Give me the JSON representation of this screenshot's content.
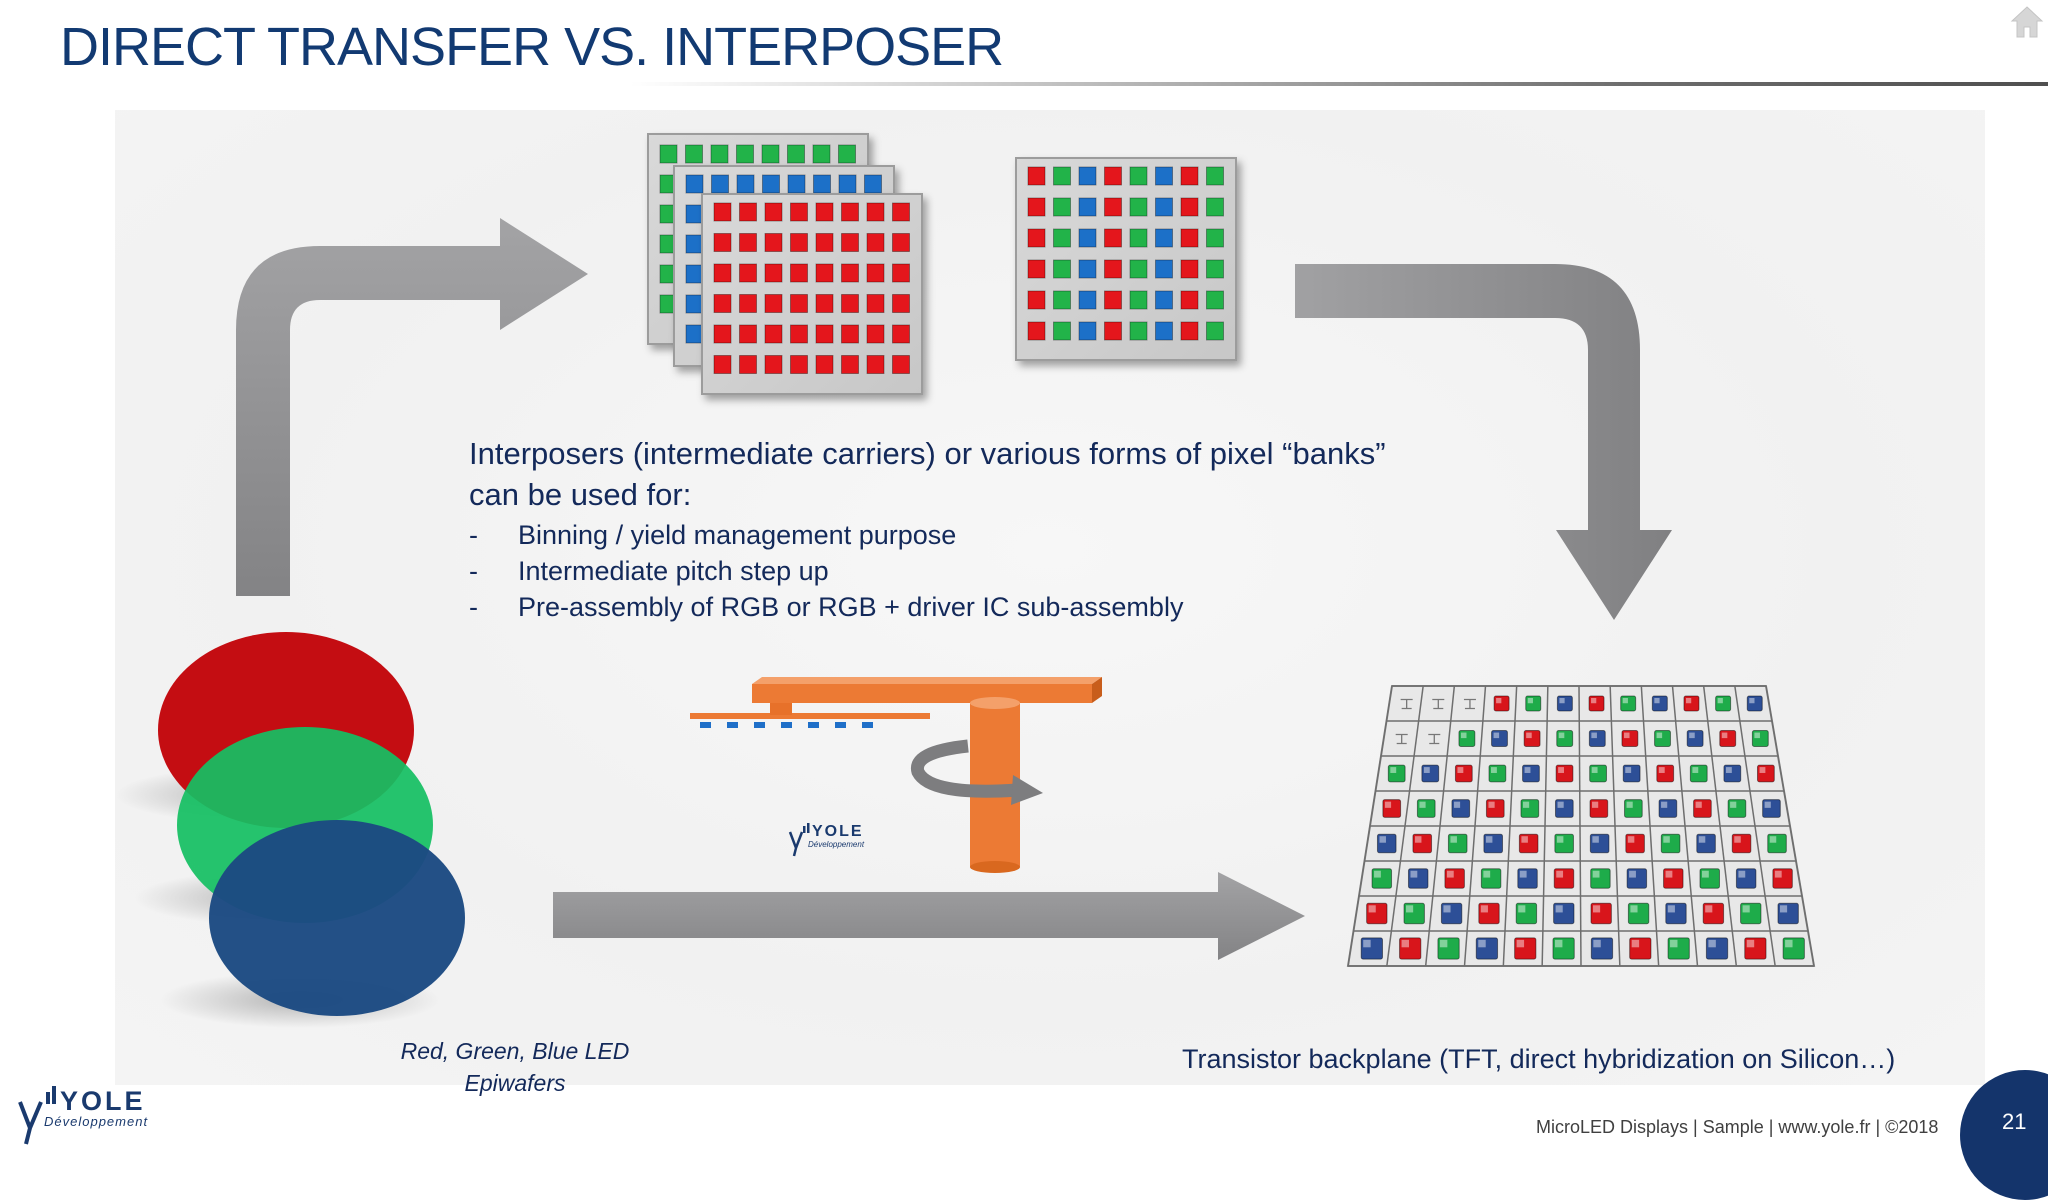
{
  "slide": {
    "title": "DIRECT TRANSFER VS. INTERPOSER",
    "intro_line1": "Interposers (intermediate carriers) or various forms of pixel “banks”",
    "intro_line2": "can be used for:",
    "bullets": [
      "Binning / yield management purpose",
      "Intermediate pitch step up",
      "Pre-assembly of RGB or RGB + driver IC sub-assembly"
    ],
    "epi_caption_line1": "Red, Green, Blue LED",
    "epi_caption_line2": "Epiwafers",
    "backplane_caption": "Transistor backplane (TFT, direct hybridization on Silicon…)",
    "footer": "MicroLED Displays | Sample | www.yole.fr | ©2018",
    "page_number": "21"
  },
  "logo": {
    "brand": "YOLE",
    "tagline": "Développement"
  },
  "icons": [
    "home-icon",
    "curved-arrow-up-right",
    "curved-arrow-right-down",
    "straight-arrow-right",
    "rotation-arrow-icon"
  ],
  "colors": {
    "title": "#123a72",
    "body_text": "#13295a",
    "led_red": "#e4141a",
    "led_green": "#20b34a",
    "led_blue": "#1f6fc8",
    "wafer_red": "#c40d12",
    "wafer_green": "#16c063",
    "wafer_blue": "#1c4a82",
    "arrow_gray": "#8e8e90",
    "pick_head_orange": "#ec7a34",
    "page_badge": "#14346b"
  }
}
